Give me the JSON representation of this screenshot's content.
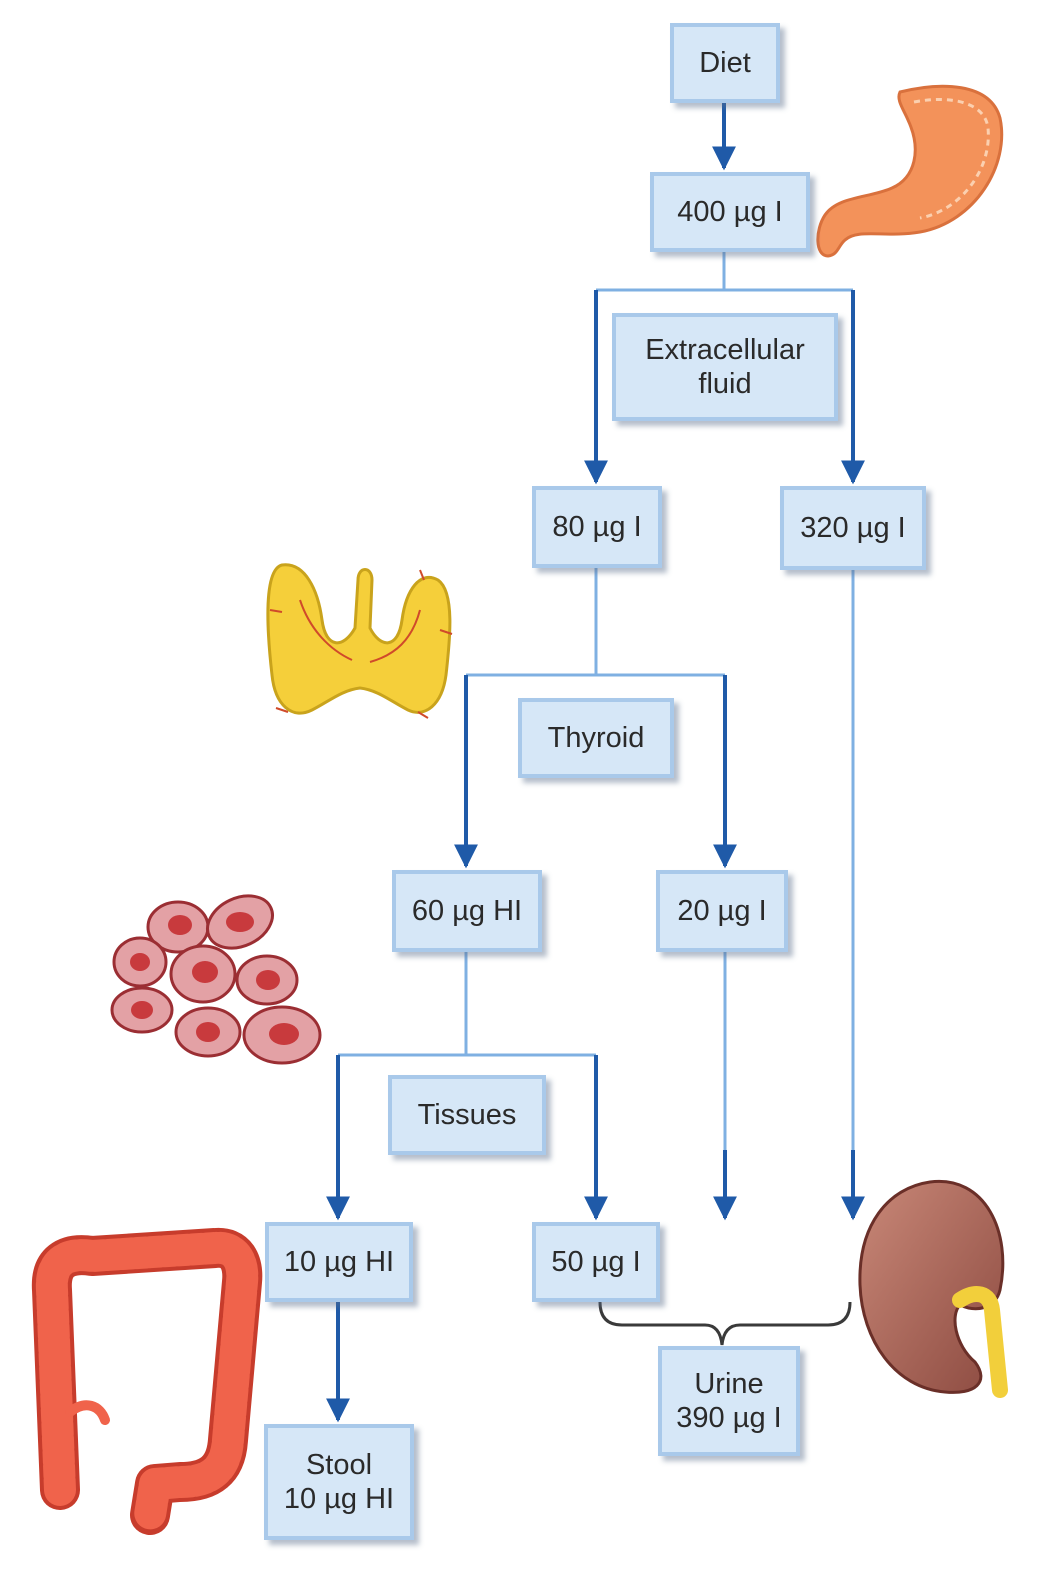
{
  "boxes": {
    "diet": "Diet",
    "intake": "400 µg I",
    "ecf_line1": "Extracellular",
    "ecf_line2": "fluid",
    "thyroid_uptake": "80 µg I",
    "renal_direct": "320 µg I",
    "thyroid": "Thyroid",
    "hormone": "60 µg HI",
    "thyroid_leak": "20 µg I",
    "tissues": "Tissues",
    "fecal_hormone": "10 µg HI",
    "tissue_release": "50 µg I",
    "urine_line1": "Urine",
    "urine_line2": "390 µg I",
    "stool_line1": "Stool",
    "stool_line2": "10 µg HI"
  },
  "colors": {
    "arrow": "#1f5aa8",
    "line": "#7fb0e2",
    "box_fill": "#d6e7f7",
    "box_border": "#a9c9ea"
  },
  "illustrations": [
    "stomach-icon",
    "thyroid-gland-icon",
    "tissue-cells-icon",
    "colon-icon",
    "kidney-icon"
  ]
}
